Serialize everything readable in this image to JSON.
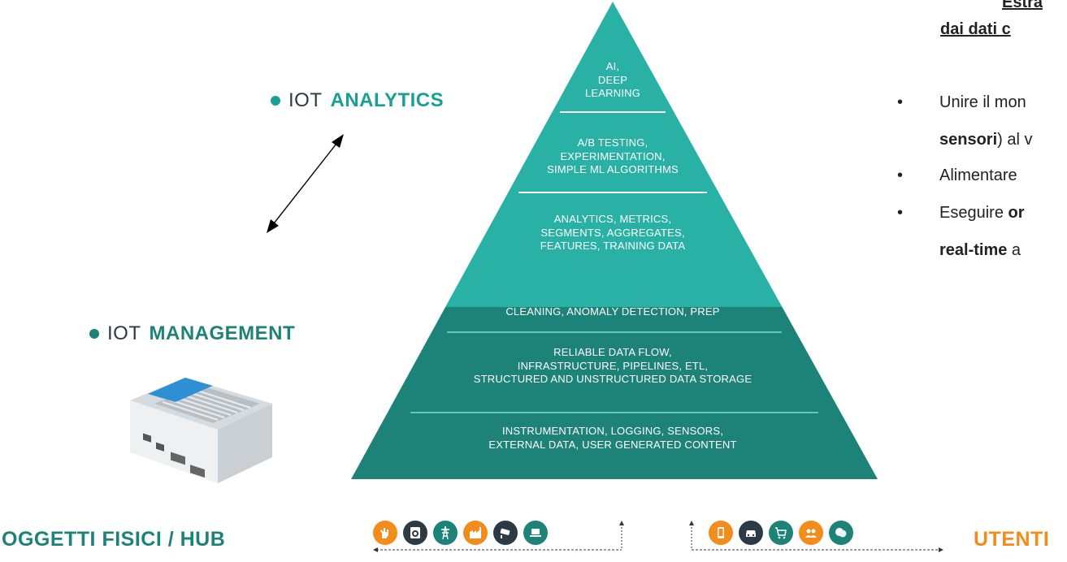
{
  "colors": {
    "teal_light": "#2ab1a5",
    "teal_dark": "#1d8277",
    "label_accent": "#1a9f95",
    "orange": "#f28c1c",
    "dark_text": "#2b3a44",
    "divider_light": "#ffffff",
    "divider_dark": "#5cc9bf"
  },
  "iot_analytics": {
    "prefix": "IOT",
    "emphasis": "ANALYTICS"
  },
  "iot_management": {
    "prefix": "IOT",
    "emphasis": "MANAGEMENT"
  },
  "pyramid": {
    "tiers": [
      {
        "lines": [
          "AI,",
          "DEEP",
          "LEARNING"
        ]
      },
      {
        "lines": [
          "A/B TESTING,",
          "EXPERIMENTATION,",
          "SIMPLE ML ALGORITHMS"
        ]
      },
      {
        "lines": [
          "ANALYTICS, METRICS,",
          "SEGMENTS, AGGREGATES,",
          "FEATURES, TRAINING DATA"
        ]
      },
      {
        "lines": [
          "CLEANING, ANOMALY DETECTION, PREP"
        ]
      },
      {
        "lines": [
          "RELIABLE DATA FLOW,",
          "INFRASTRUCTURE, PIPELINES, ETL,",
          "STRUCTURED AND UNSTRUCTURED DATA STORAGE"
        ]
      },
      {
        "lines": [
          "INSTRUMENTATION, LOGGING, SENSORS,",
          "EXTERNAL DATA, USER GENERATED CONTENT"
        ]
      }
    ]
  },
  "right_panel": {
    "heading_line1": "Estra",
    "heading_line2": "dai dati c",
    "bullet1_a": "Unire il mon",
    "bullet1_b_bold": "sensori",
    "bullet1_b_rest": ") al v",
    "bullet2": "Alimentare",
    "bullet3_a": "Eseguire ",
    "bullet3_a_bold": "or",
    "bullet3_b_bold": "real-time",
    "bullet3_b_rest": " a"
  },
  "bottom": {
    "left_title": "OGGETTI FISICI / HUB",
    "right_title": "UTENTI",
    "left_icons": [
      "hand-icon",
      "washing-machine-icon",
      "power-tower-icon",
      "factory-icon",
      "security-camera-icon",
      "laptop-icon"
    ],
    "right_icons": [
      "smartphone-icon",
      "car-icon",
      "shopping-cart-icon",
      "people-icon",
      "chat-icon"
    ]
  }
}
